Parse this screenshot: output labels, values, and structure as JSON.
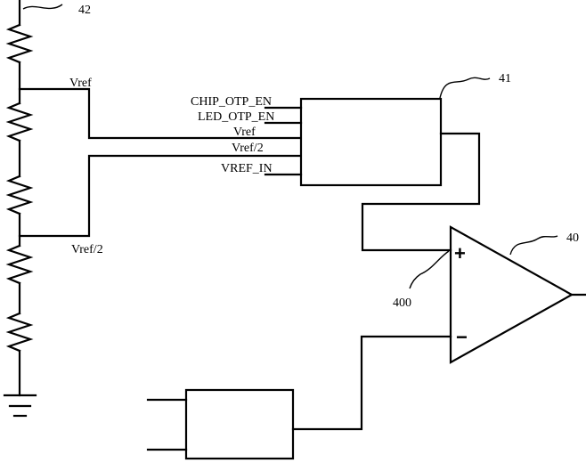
{
  "refs": {
    "resistor_chain": "42",
    "control_block": "41",
    "comparator": "40",
    "noninverting_input": "400"
  },
  "nodes": {
    "vref": "Vref",
    "vref_half": "Vref/2"
  },
  "block41_pins": {
    "chip_otp_en": "CHIP_OTP_EN",
    "led_otp_en": "LED_OTP_EN",
    "vref": "Vref",
    "vref_half": "Vref/2",
    "vref_in": "VREF_IN"
  },
  "comparator_signs": {
    "plus": "+",
    "minus": "−"
  }
}
